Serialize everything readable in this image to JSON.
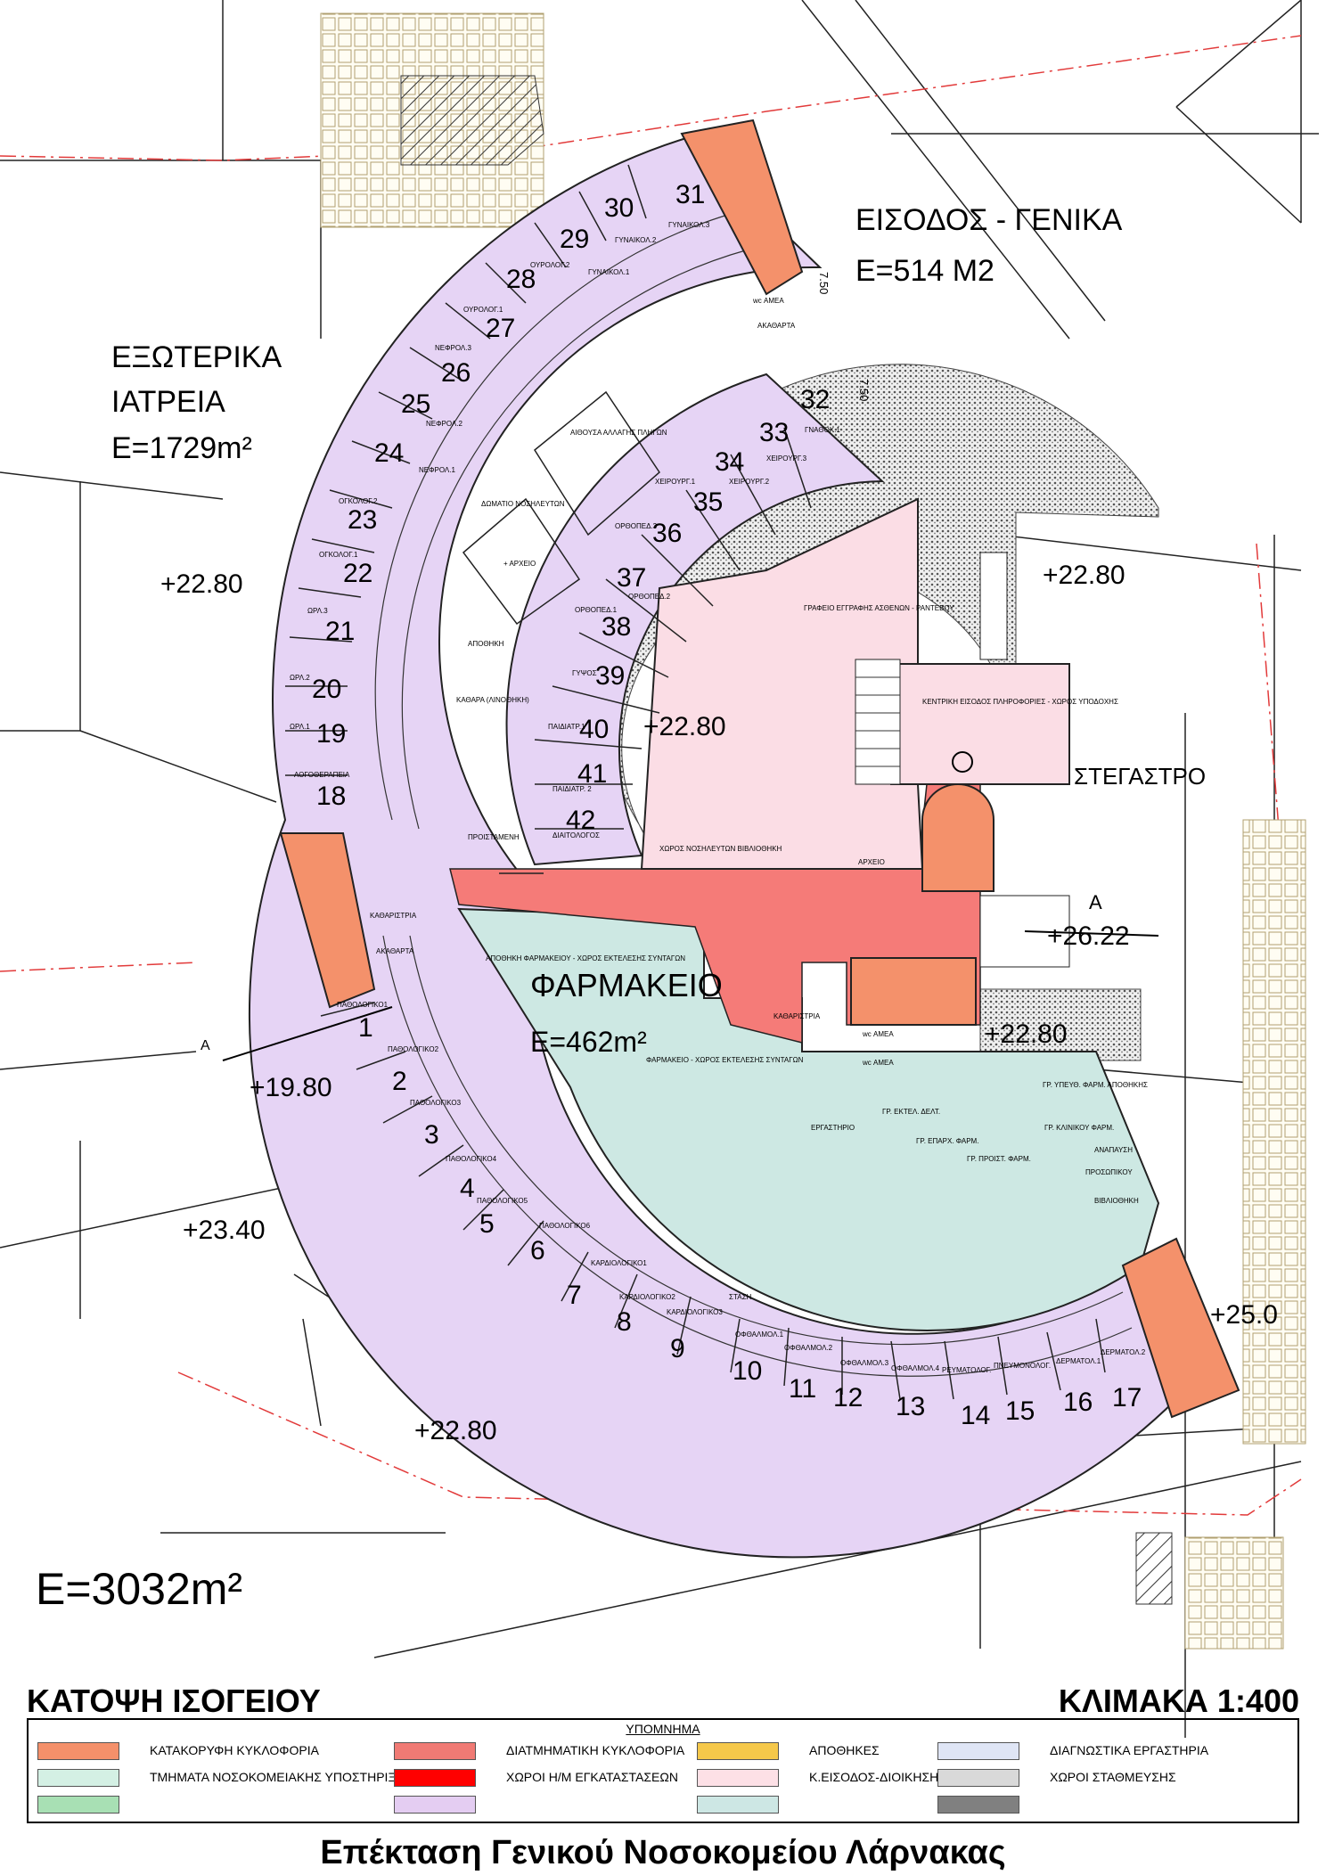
{
  "sections": {
    "entrance": {
      "title": "ΕΙΣΟΔΟΣ - ΓΕΝΙΚΑ",
      "area": "E=514 M2"
    },
    "clinics": {
      "line1": "ΕΞΩΤΕΡΙΚΑ",
      "line2": "ΙΑΤΡΕΙΑ",
      "area": "E=1729m²"
    },
    "pharmacy": {
      "title": "ΦΑΡΜΑΚΕΙΟ",
      "area": "E=462m²"
    },
    "canopy": "ΣΤΕΓΑΣΤΡΟ",
    "total_area": "E=3032m²"
  },
  "elevations": {
    "e1": "+22.80",
    "e2": "+22.80",
    "e3": "+22.80",
    "e4": "+26.22",
    "e5": "+22.80",
    "e6": "+19.80",
    "e7": "+23.40",
    "e8": "+25.0",
    "e9": "+22.80"
  },
  "section_markers": {
    "a1": "A",
    "a2": "A"
  },
  "dimensions": {
    "d1": "7.50",
    "d2": "7.50"
  },
  "room_numbers": [
    "1",
    "2",
    "3",
    "4",
    "5",
    "6",
    "7",
    "8",
    "9",
    "10",
    "11",
    "12",
    "13",
    "14",
    "15",
    "16",
    "17",
    "18",
    "19",
    "20",
    "21",
    "22",
    "23",
    "24",
    "25",
    "26",
    "27",
    "28",
    "29",
    "30",
    "31",
    "32",
    "33",
    "34",
    "35",
    "36",
    "37",
    "38",
    "39",
    "40",
    "41",
    "42"
  ],
  "room_labels": {
    "r1": "ΠΑΘΟΛΟΓΙΚΟ1",
    "r2": "ΠΑΘΟΛΟΓΙΚΟ2",
    "r3": "ΠΑΘΟΛΟΓΙΚΟ3",
    "r4": "ΠΑΘΟΛΟΓΙΚΟ4",
    "r5": "ΠΑΘΟΛΟΓΙΚΟ5",
    "r6": "ΠΑΘΟΛΟΓΙΚΟ6",
    "r7": "ΚΑΡΔΙΟΛΟΓΙΚΟ1",
    "r8": "ΚΑΡΔΙΟΛΟΓΙΚΟ2",
    "r9": "ΚΑΡΔΙΟΛΟΓΙΚΟ3",
    "r10": "ΟΦΘΑΛΜΟΛ.1",
    "r11": "ΟΦΘΑΛΜΟΛ.2",
    "r12": "ΟΦΘΑΛΜΟΛ.3",
    "r13": "ΟΦΘΑΛΜΟΛ.4",
    "r14": "ΡΕΥΜΑΤΟΛΟΓ.",
    "r15": "ΠΝΕΥΜΟΝΟΛΟΓ.",
    "r16": "ΔΕΡΜΑΤΟΛ.1",
    "r17": "ΔΕΡΜΑΤΟΛ.2",
    "r18": "ΛΟΓΟΘΕΡΑΠΕΙΑ",
    "r19": "ΩΡΛ.1",
    "r20": "ΩΡΛ.2",
    "r21": "ΩΡΛ.3",
    "r22": "ΟΓΚΟΛΟΓ.1",
    "r23": "ΟΓΚΟΛΟΓ.2",
    "r24": "ΝΕΦΡΟΛ.1",
    "r25": "ΝΕΦΡΟΛ.2",
    "r26": "ΝΕΦΡΟΛ.3",
    "r27": "ΟΥΡΟΛΟΓ.1",
    "r28": "ΟΥΡΟΛΟΓ.2",
    "r29": "ΓΥΝΑΙΚΟΛ.1",
    "r30": "ΓΥΝΑΙΚΟΛ.2",
    "r31": "ΓΥΝΑΙΚΟΛ.3",
    "r32": "ΓΝΑΘΟΧ.1",
    "r33": "ΧΕΙΡΟΥΡΓ.3",
    "r34": "ΧΕΙΡΟΥΡΓ.2",
    "r35": "ΧΕΙΡΟΥΡΓ.1",
    "r36": "ΟΡΘΟΠΕΔ.3",
    "r37": "ΟΡΘΟΠΕΔ.2",
    "r38": "ΟΡΘΟΠΕΔ.1",
    "r39": "ΓΥΨΟΣ",
    "r40": "ΠΑΙΔΙΑΤΡ.1",
    "r41": "ΠΑΙΔΙΑΤΡ. 2",
    "r42": "ΔΙΑΙΤΟΛΟΓΟΣ",
    "waiting": "ΑΙΘΟΥΣΑ ΑΛΛΑΓΗΣ ΠΛΗΓΩΝ",
    "nurses": "ΔΩΜΑΤΙΟ ΝΟΣΗΛΕΥΤΩΝ",
    "archive": "+ ΑΡΧΕΙΟ",
    "storage": "ΑΠΟΘΗΚΗ",
    "linen": "ΚΑΘΑΡΑ (ΛΙΝΟΘΗΚΗ)",
    "head_nurse": "ΠΡΟΙΣΤΑΜΕΝΗ",
    "cleaner1": "ΚΑΘΑΡΙΣΤΡΙΑ",
    "dirty1": "ΑΚΑΘΑΡΤΑ",
    "dirty2": "ΑΚΑΘΑΡΤΑ",
    "wc_amea1": "wc ΑΜΕΑ",
    "wc_amea2": "wc ΑΜΕΑ",
    "wc_amea3": "wc ΑΜΕΑ",
    "registry": "ΓΡΑΦΕΙΟ ΕΓΓΡΑΦΗΣ ΑΣΘΕΝΩΝ - ΡΑΝΤΕΒΟΥ",
    "main_entry": "ΚΕΝΤΡΙΚΗ ΕΙΣΟΔΟΣ ΠΛΗΡΟΦΟΡΙΕΣ - ΧΩΡΟΣ ΥΠΟΔΟΧΗΣ",
    "nurse_library": "ΧΩΡΟΣ ΝΟΣΗΛΕΥΤΩΝ ΒΙΒΛΙΟΘΗΚΗ",
    "archive2": "ΑΡΧΕΙΟ",
    "pharm_store": "ΑΠΟΘΗΚΗ ΦΑΡΜΑΚΕΙΟΥ - ΧΩΡΟΣ ΕΚΤΕΛΕΣΗΣ ΣΥΝΤΑΓΩΝ",
    "pharm_exec": "ΦΑΡΜΑΚΕΙΟ - ΧΩΡΟΣ ΕΚΤΕΛΕΣΗΣ ΣΥΝΤΑΓΩΝ",
    "lab": "ΕΡΓΑΣΤΗΡΙΟ",
    "office_exec": "ΓΡ. ΕΚΤΕΛ. ΔΕΛΤ.",
    "office_prov": "ΓΡ. ΕΠΑΡΧ. ΦΑΡΜ.",
    "office_head": "ΓΡ. ΠΡΟΙΣΤ. ΦΑΡΜ.",
    "office_deputy": "ΓΡ. ΥΠΕΥΘ. ΦΑΡΜ. ΑΠΟΘΗΚΗΣ",
    "office_clinic": "ΓΡ. ΚΛΙΝΙΚΟΥ ΦΑΡΜ.",
    "rest": "ΑΝΑΠΑΥΣΗ",
    "staff": "ΠΡΟΣΩΠΙΚΟΥ",
    "library": "ΒΙΒΛΙΟΘΗΚΗ",
    "station": "ΣΤΑΣΗ",
    "cleaning": "ΚΑΘΑΡΙΣΤΡΙΑ"
  },
  "title": {
    "left": "ΚΑΤΟΨΗ ΙΣΟΓΕΙΟΥ",
    "right": "ΚΛΙΜΑΚΑ 1:400"
  },
  "legend": {
    "header": "ΥΠΟΜΝΗΜΑ",
    "items": [
      {
        "label": "ΚΑΤΑΚΟΡΥΦΗ ΚΥΚΛΟΦΟΡΙΑ",
        "color": "#f4906a"
      },
      {
        "label": "ΔΙΑΤΜΗΜΑΤΙΚΗ ΚΥΚΛΟΦΟΡΙΑ",
        "color": "#f07a74"
      },
      {
        "label": "ΑΠΟΘΗΚΕΣ",
        "color": "#f5c84a"
      },
      {
        "label": "ΔΙΑΓΝΩΣΤΙΚΑ ΕΡΓΑΣΤΗΡΙΑ",
        "color": "#dfe5f5"
      },
      {
        "label": "ΤΜΗΜΑΤΑ ΝΟΣΟΚΟΜΕΙΑΚΗΣ ΥΠΟΣΤΗΡΙΞΗΣ",
        "color": "#d4f0e4"
      },
      {
        "label": "ΧΩΡΟΙ Η/Μ ΕΓΚΑΤΑΣΤΑΣΕΩΝ",
        "color": "#ff0000"
      },
      {
        "label": "Κ.ΕΙΣΟΔΟΣ-ΔΙΟΙΚΗΣΗ-ΓΕΝΙΚΑ",
        "color": "#fde0e6"
      },
      {
        "label": "ΧΩΡΟΙ ΣΤΑΘΜΕΥΣΗΣ",
        "color": "#d9d9d9"
      },
      {
        "label": "",
        "color": "#a8e0b4"
      },
      {
        "label": "",
        "color": "#e4cdf2"
      },
      {
        "label": "",
        "color": "#cde7e4"
      },
      {
        "label": "",
        "color": "#808080"
      }
    ]
  },
  "footer": "Επέκταση Γενικού Νοσοκομείου Λάρνακας",
  "colors": {
    "clinics": "#e6d4f5",
    "pharmacy": "#cde8e3",
    "circulation": "#f57b78",
    "vertical": "#f4916b",
    "admin": "#fbdde5",
    "gravel": "#c8c8c8"
  }
}
